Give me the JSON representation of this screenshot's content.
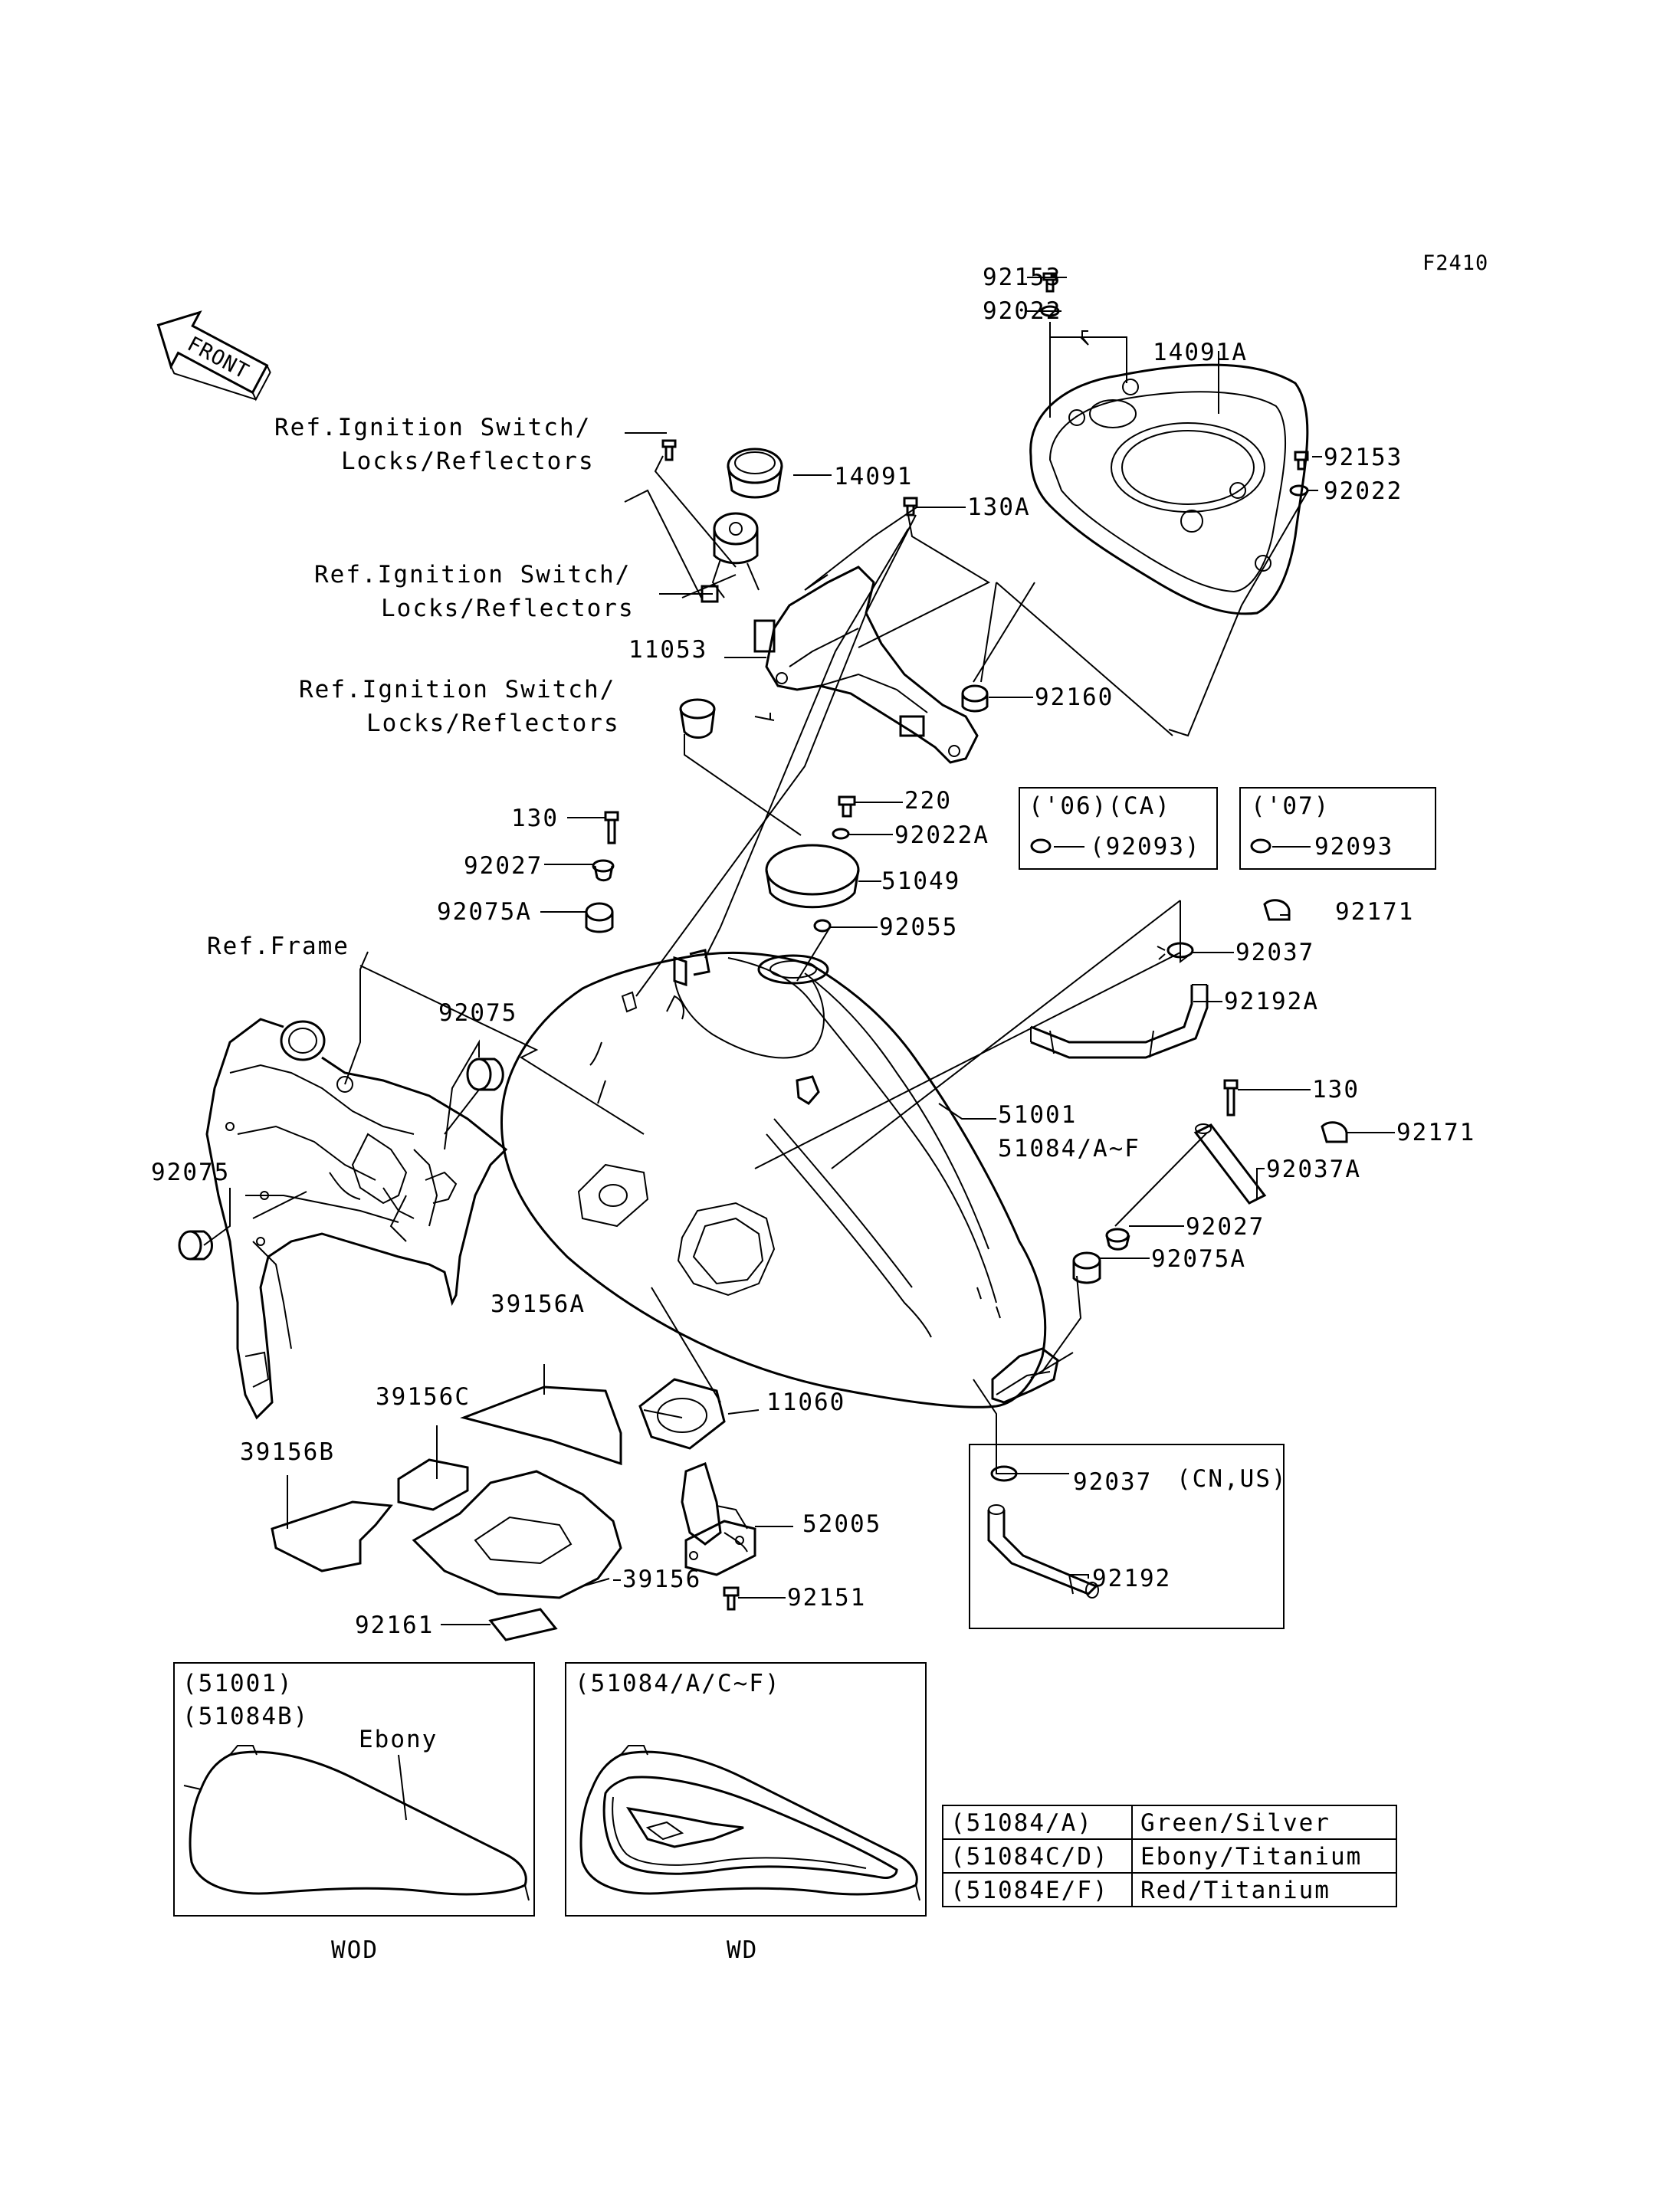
{
  "figure_code": "F2410",
  "front_arrow_label": "FRONT",
  "refs": {
    "ignition_1a": "Ref.Ignition Switch/",
    "ignition_1b": "Locks/Reflectors",
    "ignition_2a": "Ref.Ignition Switch/",
    "ignition_2b": "Locks/Reflectors",
    "ignition_3a": "Ref.Ignition Switch/",
    "ignition_3b": "Locks/Reflectors",
    "frame": "Ref.Frame"
  },
  "parts": {
    "p92153_top": "92153",
    "p92022_top": "92022",
    "p14091A": "14091A",
    "p92153_right": "92153",
    "p92022_right": "92022",
    "p14091": "14091",
    "p130A": "130A",
    "p11053": "11053",
    "p92160": "92160",
    "p220": "220",
    "p92022A": "92022A",
    "p130_left": "130",
    "p92027_left": "92027",
    "p51049": "51049",
    "p92075A_left": "92075A",
    "p92055": "92055",
    "p92171_top": "92171",
    "p92037_top": "92037",
    "p92192A": "92192A",
    "p92075_mid": "92075",
    "p51001": "51001",
    "p51084": "51084/A~F",
    "p130_right": "130",
    "p92171_mid": "92171",
    "p92037A": "92037A",
    "p92075_left": "92075",
    "p92027_right": "92027",
    "p92075A_right": "92075A",
    "p39156A": "39156A",
    "p39156C": "39156C",
    "p11060": "11060",
    "p39156B": "39156B",
    "p52005": "52005",
    "p39156": "39156",
    "p92151": "92151",
    "p92161": "92161",
    "p92037_bottom": "92037",
    "p92192": "92192"
  },
  "variant_boxes": {
    "ca06_title": "('06)(CA)",
    "ca06_part": "(92093)",
    "y07_title": "('07)",
    "y07_part": "92093",
    "cnus_note": "(CN,US)"
  },
  "tank_insets": {
    "wod_code1": "(51001)",
    "wod_code2": "(51084B)",
    "wod_color": "Ebony",
    "wod_label": "WOD",
    "wd_code": "(51084/A/C~F)",
    "wd_label": "WD"
  },
  "color_table": [
    {
      "code": "(51084/A)",
      "color": "Green/Silver"
    },
    {
      "code": "(51084C/D)",
      "color": "Ebony/Titanium"
    },
    {
      "code": "(51084E/F)",
      "color": "Red/Titanium"
    }
  ]
}
